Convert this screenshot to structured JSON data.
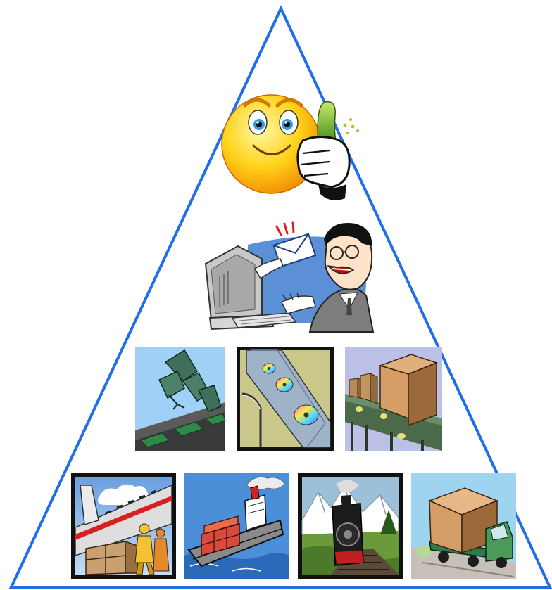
{
  "diagram": {
    "shape": "pyramid",
    "outline_color": "#1f6fe8",
    "tiers": [
      {
        "level": 1,
        "items": [
          {
            "icon": "smiley-thumbs-up-icon"
          }
        ]
      },
      {
        "level": 2,
        "items": [
          {
            "icon": "computer-email-user-icon"
          }
        ]
      },
      {
        "level": 3,
        "items": [
          {
            "icon": "robotic-arm-circuit-board-icon"
          },
          {
            "icon": "cd-conveyor-belt-icon"
          },
          {
            "icon": "boxes-conveyor-belt-icon"
          }
        ]
      },
      {
        "level": 4,
        "items": [
          {
            "icon": "air-cargo-plane-icon"
          },
          {
            "icon": "cargo-ship-icon"
          },
          {
            "icon": "steam-train-icon"
          },
          {
            "icon": "delivery-truck-icon"
          }
        ]
      }
    ]
  }
}
